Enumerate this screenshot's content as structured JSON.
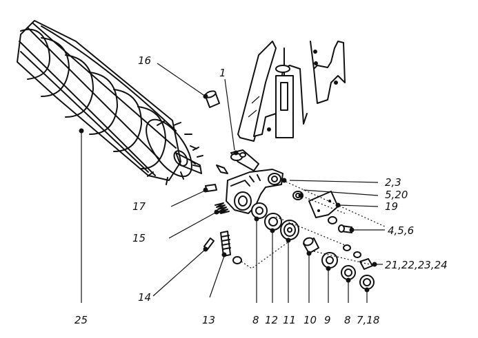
{
  "labels": {
    "l16": "16",
    "l1": "1",
    "l2_3": "2,3",
    "l5_20": "5,20",
    "l19": "19",
    "l4_5_6": "4,5,6",
    "l17": "17",
    "l15": "15",
    "l21_24": "21,22,23,24",
    "l25": "25",
    "l14": "14",
    "l13": "13",
    "l8a": "8",
    "l12": "12",
    "l11": "11",
    "l10": "10",
    "l9": "9",
    "l8b": "8",
    "l7_18": "7,18"
  }
}
